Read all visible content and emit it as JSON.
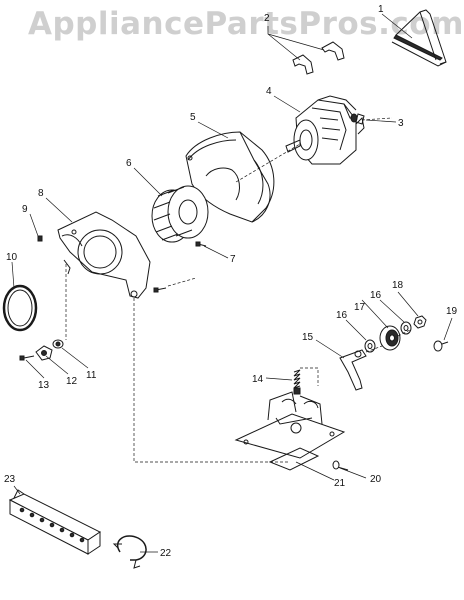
{
  "watermark": "AppliancePartsPros.com",
  "callouts": [
    "1",
    "2",
    "3",
    "4",
    "5",
    "6",
    "7",
    "8",
    "9",
    "10",
    "11",
    "12",
    "13",
    "14",
    "15",
    "16",
    "16",
    "17",
    "18",
    "19",
    "20",
    "21",
    "22",
    "23"
  ]
}
